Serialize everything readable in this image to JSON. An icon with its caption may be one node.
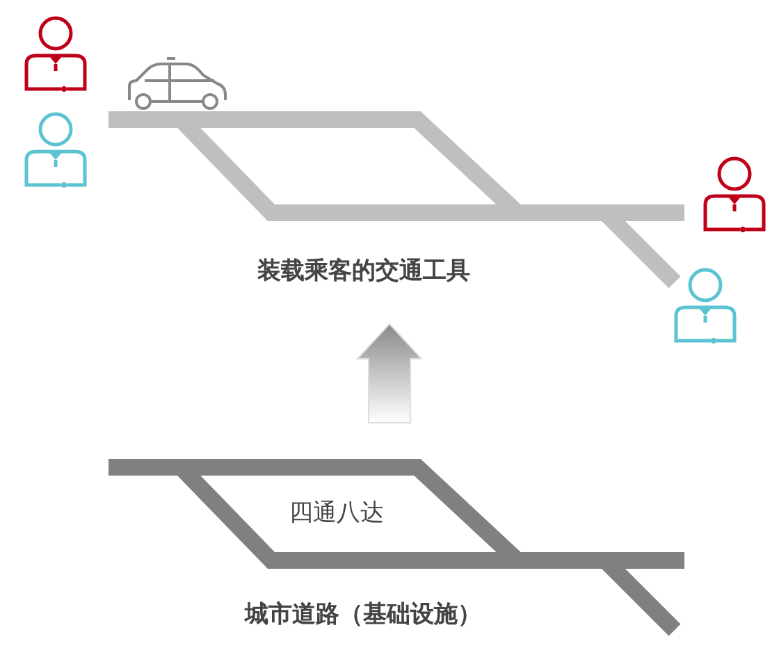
{
  "diagram": {
    "labels": [
      "装载乘客的交通工具",
      "四通八达",
      "城市道路（基础设施）"
    ]
  }
}
